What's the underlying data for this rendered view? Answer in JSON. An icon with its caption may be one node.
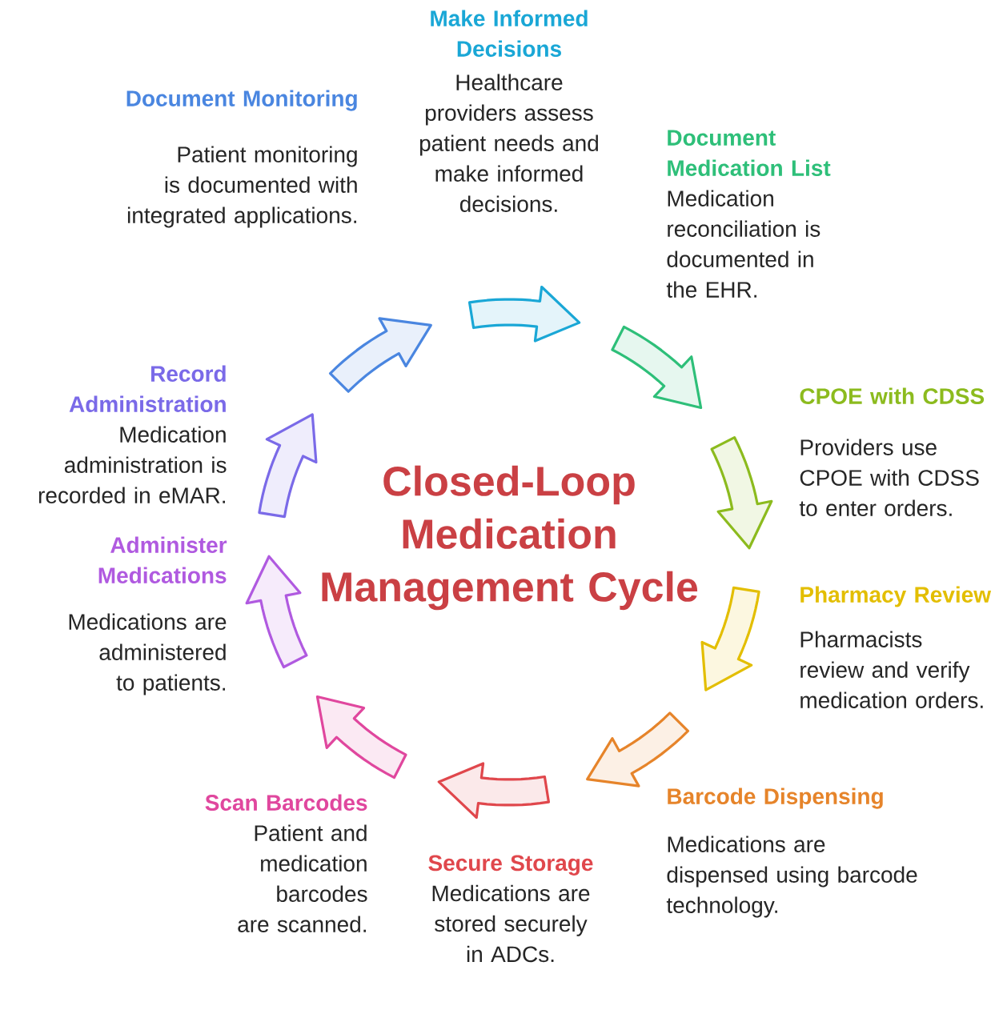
{
  "diagram": {
    "title": "Closed-Loop Medication Management Cycle",
    "nodes": [
      {
        "text": [
          "Make Informed Decisions",
          "Healthcare providers assess patient needs and make informed decisions."
        ]
      },
      {
        "text": [
          "Document Monitoring",
          "Patient monitoring is documented with integrated applications."
        ]
      },
      {
        "text": [
          "Document Medication List",
          "Medication reconciliation is documented in the EHR."
        ]
      },
      {
        "text": [
          "CPOE with CDSS",
          "Providers use CPOE with CDSS to enter orders."
        ]
      },
      {
        "text": [
          "Record Administration",
          "Medication administration is recorded in eMAR."
        ]
      },
      {
        "text": [
          "Administer Medications",
          "Medications are administered to patients."
        ]
      },
      {
        "text": [
          "Pharmacy Review",
          "Pharmacists review and verify medication orders."
        ]
      },
      {
        "text": [
          "Scan Barcodes",
          "Patient and medication barcodes are scanned."
        ]
      },
      {
        "text": [
          "Barcode Dispensing",
          "Medications are dispensed using barcode technology."
        ]
      },
      {
        "text": [
          "Secure Storage",
          "Medications are stored securely in ADCs."
        ]
      }
    ]
  }
}
